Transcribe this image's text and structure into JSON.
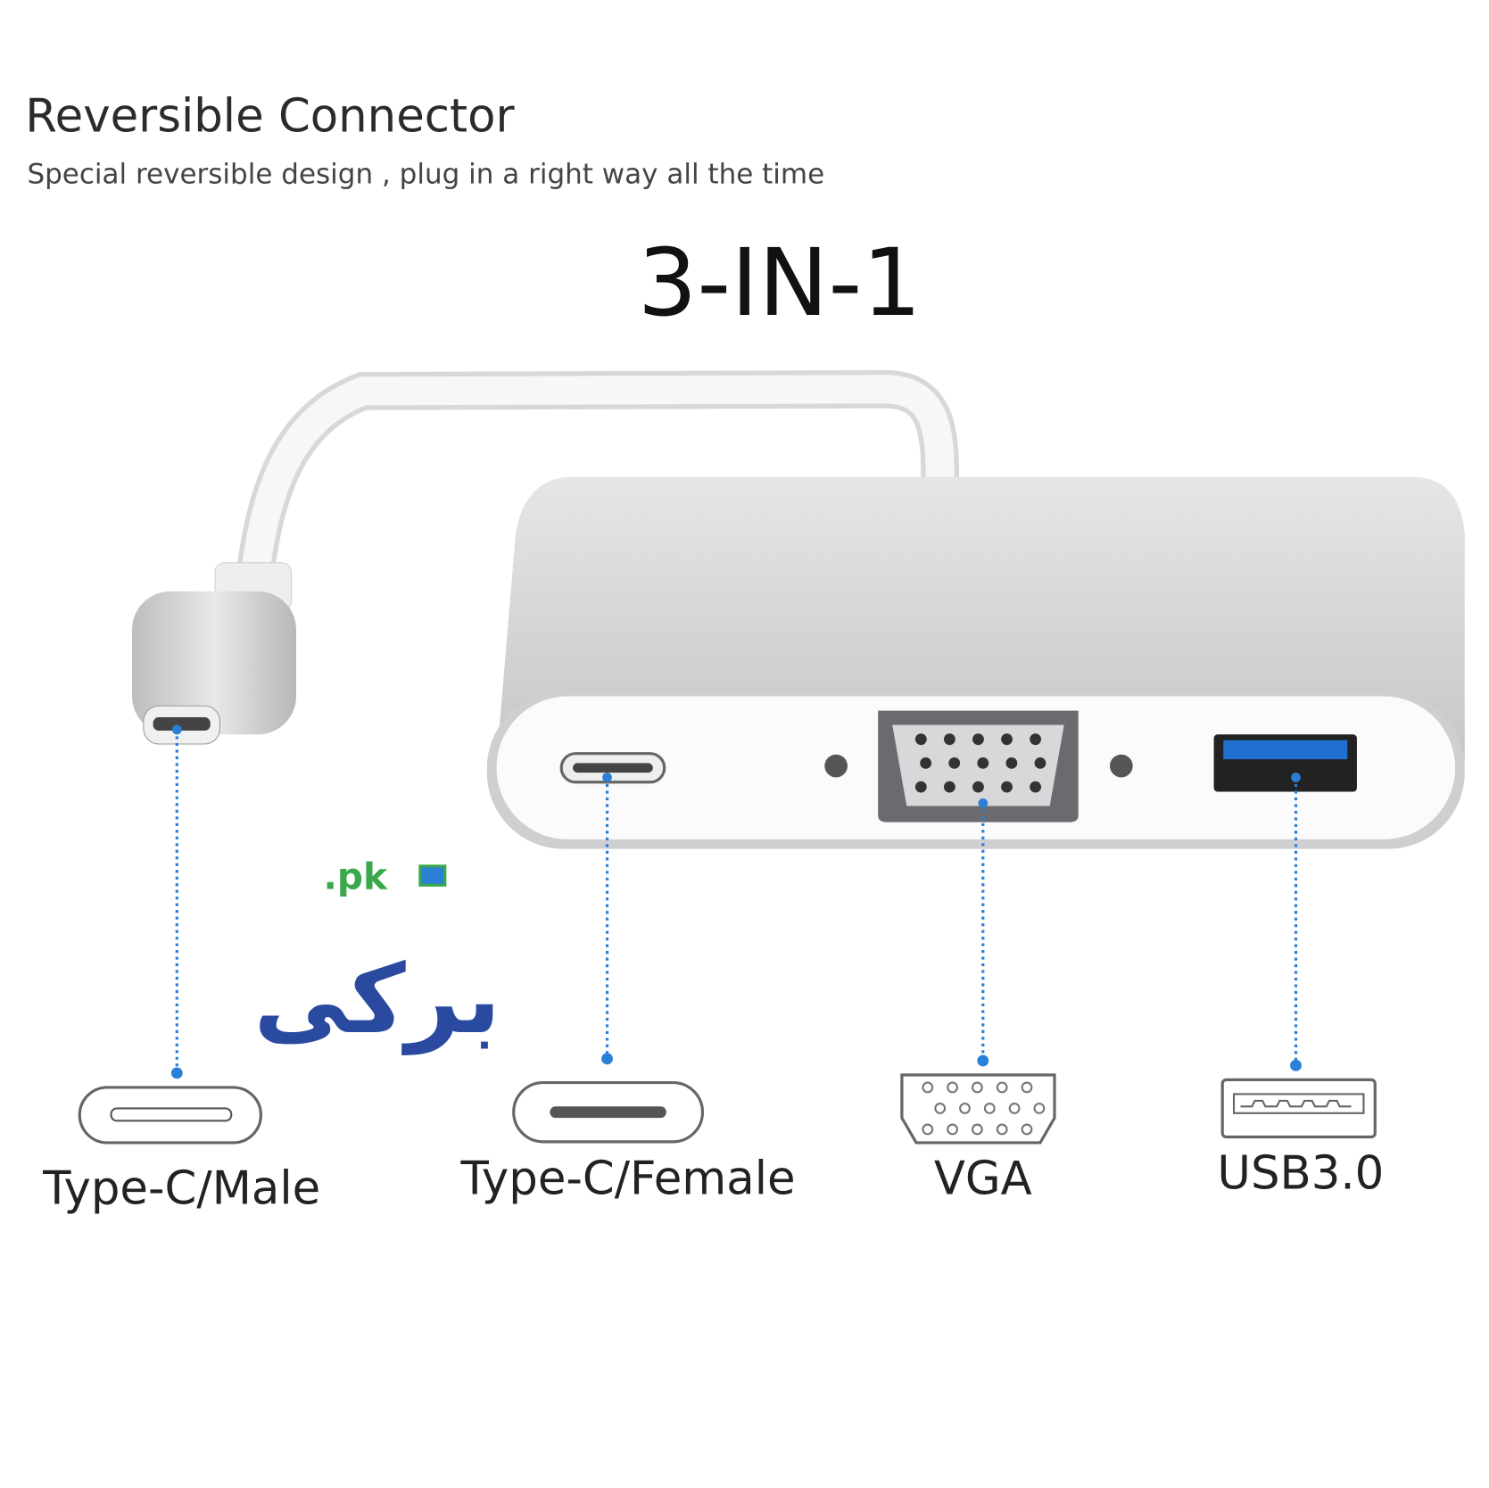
{
  "header": {
    "title": "Reversible Connector",
    "subtitle": "Special reversible design , plug in a right way all the time"
  },
  "headline": "3-IN-1",
  "ports": [
    {
      "label": "Type-C/Male",
      "icon": "usb-c-port-icon"
    },
    {
      "label": "Type-C/Female",
      "icon": "usb-c-port-icon"
    },
    {
      "label": "VGA",
      "icon": "vga-port-icon"
    },
    {
      "label": "USB3.0",
      "icon": "usb-a-port-icon"
    }
  ],
  "logo": {
    "text": "برکی",
    "suffix": ".pk"
  },
  "colors": {
    "pointer": "#2a7fd6",
    "logo_blue": "#2a4aa0",
    "logo_green": "#3aa84a",
    "usb3_blue": "#1e6fd0",
    "body_silver": "#d4d4d6"
  }
}
